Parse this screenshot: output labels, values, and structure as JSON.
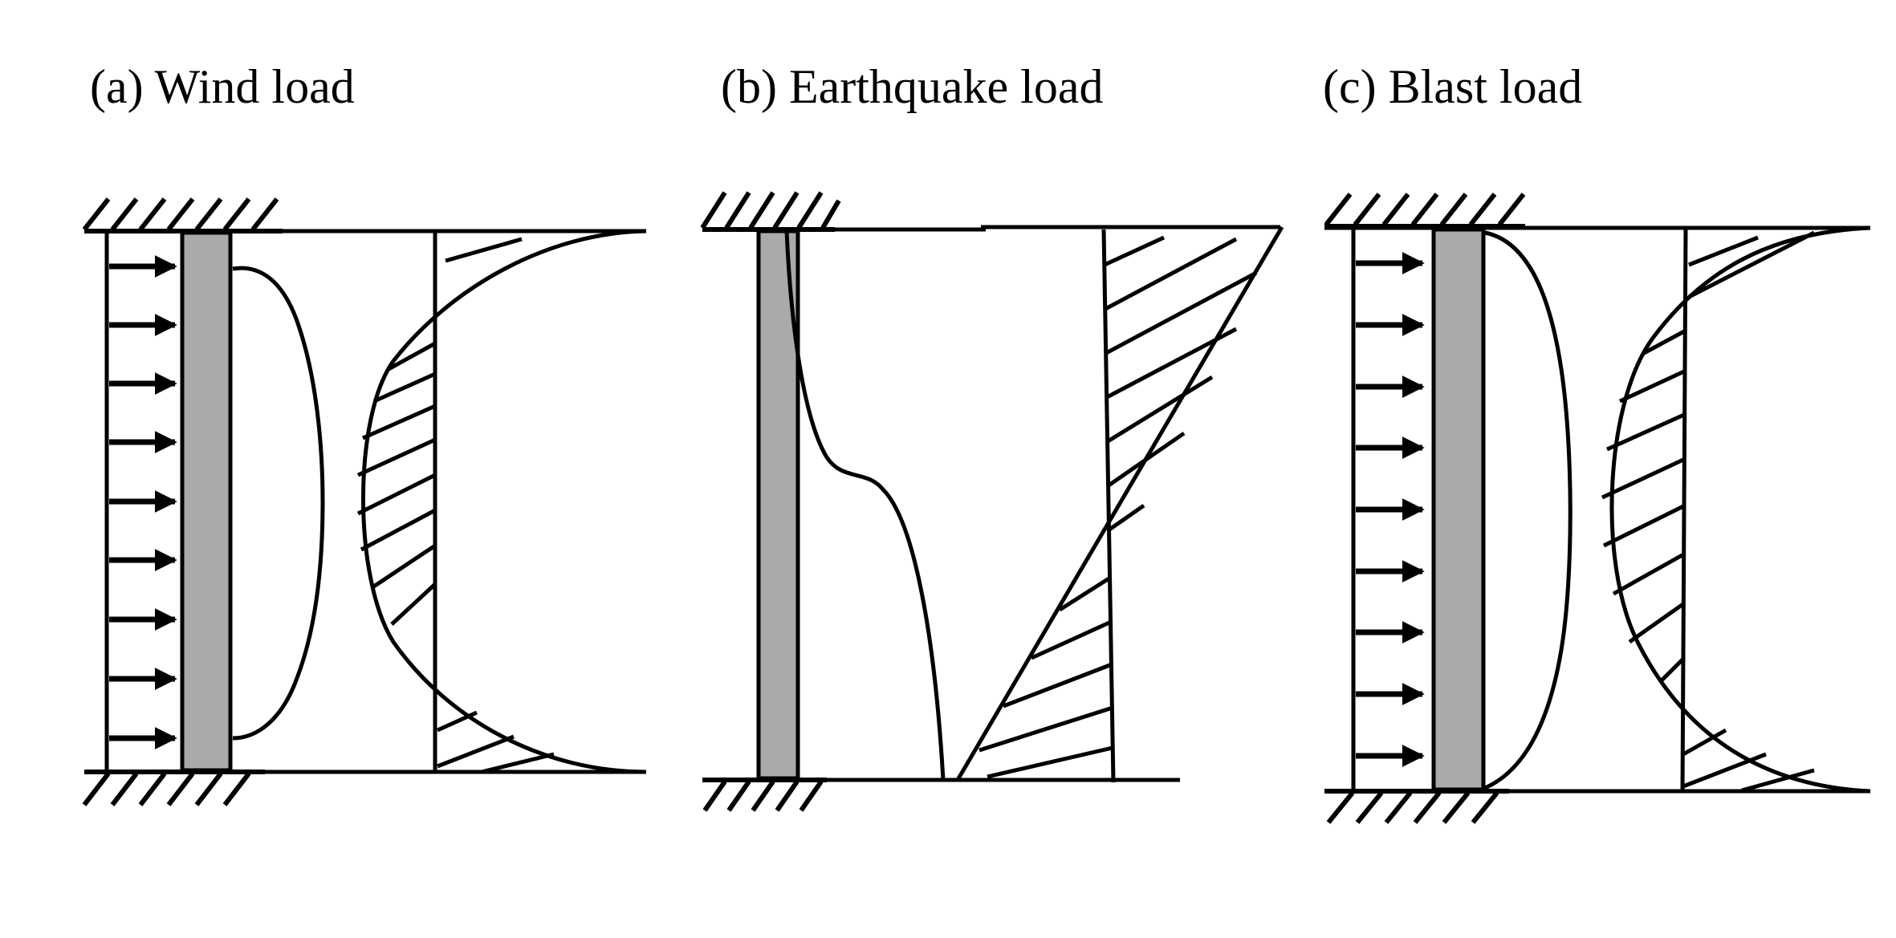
{
  "figure": {
    "panels": [
      {
        "id": "a",
        "caption": "(a) Wind load"
      },
      {
        "id": "b",
        "caption": "(b) Earthquake load"
      },
      {
        "id": "c",
        "caption": "(c) Blast load"
      }
    ],
    "colors": {
      "line": "#000000",
      "wall_fill": "#aaaaaa",
      "background": "#ffffff"
    }
  }
}
